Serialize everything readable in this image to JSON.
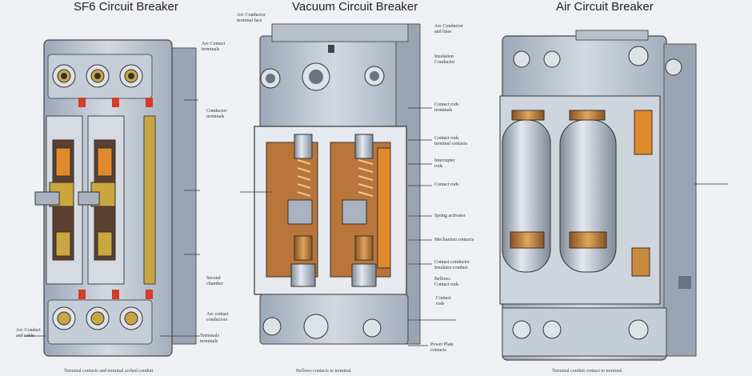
{
  "diagram": {
    "titles": {
      "sf6": "SF6 Circuit Breaker",
      "vacuum": "Vacuum Circuit Breaker",
      "air": "Air Circuit Breaker"
    },
    "labels": {
      "sf6_arc_contact": "Arc Contact\nterminals",
      "sf6_conductor": "Conductor\nterminals",
      "sf6_second": "Second\nchamber",
      "sf6_arc_contact_2": "Arc contact\nconductors",
      "sf6_terminals": "Terminals\nterminals",
      "sf6_arc_bottom": "Arc Conduct\nand cable",
      "vac_arc_top": "Arc Conductor\nterminal face",
      "vac_arc_right": "Arc Conductor\nand lines",
      "vac_insulation": "Insulation\nConductor",
      "vac_contact_rod": "Contact rods\nterminals",
      "vac_contacts": "Contact rods\nterminal contacts",
      "vac_interrupter": "Interrupter\nrods",
      "vac_contact_rods": "Contact rods",
      "vac_spring": "Spring activator",
      "vac_mechanism": "Mechanism contacts",
      "vac_contact_conductor": "Contact conductor\nInsulator conduct",
      "vac_bellows": "Bellows\nContact rods",
      "vac_contact_bottom": "Contact\nrods",
      "vac_power_plate": "Power Plate\ncontacts",
      "air_arrow": ""
    },
    "captions": {
      "sf6": "Terminal contacts and terminal arched conduit",
      "vacuum": "Bellows contacts to terminal",
      "air": "Terminal conduit contact to terminal"
    },
    "colors": {
      "housing": "#b9c3d0",
      "housing_dark": "#8e9aaa",
      "copper": "#c98a3e",
      "insulator": "#e08a2c",
      "interior": "#5a4030",
      "terminal_gold": "#c9a640",
      "indicator_red": "#d83a2a"
    }
  }
}
